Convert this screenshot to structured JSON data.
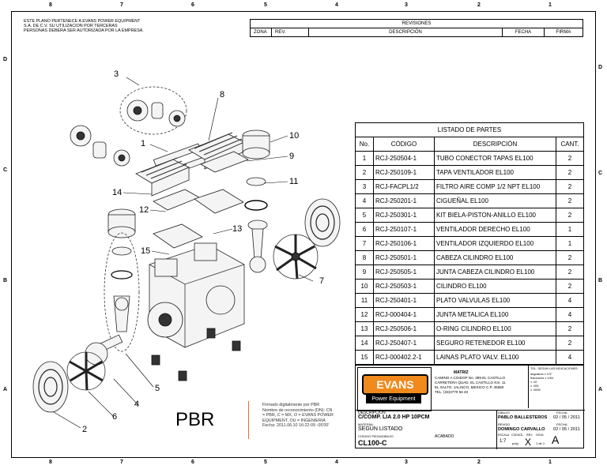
{
  "notice": [
    "ESTE PLANO PERTENECE A EVANS POWER EQUIPMENT",
    "S.A. DE C.V.  SU  UTILIZACION  POR  TERCERAS",
    "PERSONAS DEBERA SER AUTORIZADA POR LA EMPRESA."
  ],
  "zones_top": [
    "8",
    "7",
    "6",
    "5",
    "4",
    "3",
    "2",
    "1"
  ],
  "zones_side": [
    "D",
    "C",
    "B",
    "A"
  ],
  "revisions": {
    "title": "REVISIONES",
    "zona": "ZONA",
    "rev": "REV.",
    "descripcion": "DESCRIPCIÓN",
    "fecha": "FECHA",
    "firma": "FIRMA"
  },
  "parts_list": {
    "title": "LISTADO DE PARTES",
    "headers": [
      "No.",
      "CÓDIGO",
      "DESCRIPCIÓN",
      "CANT."
    ],
    "rows": [
      [
        "1",
        "RCJ-250504-1",
        "TUBO CONECTOR TAPAS EL100",
        "2"
      ],
      [
        "2",
        "RCJ-250109-1",
        "TAPA VENTILADOR EL100",
        "2"
      ],
      [
        "3",
        "RCJ-FACPL1/2",
        "FILTRO AIRE COMP 1/2 NPT EL100",
        "2"
      ],
      [
        "4",
        "RCJ-250201-1",
        "CIGUEÑAL EL100",
        "2"
      ],
      [
        "5",
        "RCJ-250301-1",
        "KIT BIELA-PISTON-ANILLO EL100",
        "2"
      ],
      [
        "6",
        "RCJ-250107-1",
        "VENTILADOR DERECHO EL100",
        "1"
      ],
      [
        "7",
        "RCJ-250106-1",
        "VENTILADOR IZQUIERDO EL100",
        "1"
      ],
      [
        "8",
        "RCJ-250501-1",
        "CABEZA CILINDRO EL100",
        "2"
      ],
      [
        "9",
        "RCJ-250505-1",
        "JUNTA CABEZA CILINDRO EL100",
        "2"
      ],
      [
        "10",
        "RCJ-250503-1",
        "CILINDRO EL100",
        "2"
      ],
      [
        "11",
        "RCJ-250401-1",
        "PLATO VALVULAS EL100",
        "4"
      ],
      [
        "12",
        "RCJ-000404-1",
        "JUNTA METALICA EL100",
        "4"
      ],
      [
        "13",
        "RCJ-250506-1",
        "O-RING CILINDRO EL100",
        "2"
      ],
      [
        "14",
        "RCJ-250407-1",
        "SEGURO RETENEDOR EL100",
        "2"
      ],
      [
        "15",
        "RCJ-000402.2-1",
        "LAINAS PLATO VALV. EL100",
        "4"
      ]
    ]
  },
  "callouts": [
    "1",
    "2",
    "3",
    "4",
    "5",
    "6",
    "7",
    "8",
    "9",
    "10",
    "11",
    "12",
    "13",
    "14",
    "15"
  ],
  "pbr_label": "PBR",
  "signature": [
    "Firmado digitalmente por PBR",
    "Nombre de reconocimiento (DN): CN",
    "= PBR, C = MX, O = EVANS POWER",
    "EQUIPMENT, OU = INGENIERIA",
    "Fecha: 2011.06.10 16:22:09 -05'00'"
  ],
  "logo": {
    "brand": "EVANS",
    "tagline": "Power Equipment"
  },
  "company": {
    "name": "MATRIZ",
    "address": [
      "CAMINO A COIDOP No. 399 EL CASTILLO",
      "CARRETERA QUAD. EL CASTILLO Km. 11",
      "EL SALTO, JALISCO, MEXICO C.P. 45680",
      "TEL. (33)3770 56 40"
    ]
  },
  "tolerances": {
    "title": "TOL. SEGUN LAS INDICACIONES",
    "lines": [
      "angulares ± 0.5°",
      "fracciones ± 1/64",
      "± .02",
      "± .005",
      "± .0005"
    ]
  },
  "titleblock": {
    "descripcion_label": "DESCRIPCION",
    "descripcion": "C/COMP. LIA 2.0 HP 10PCM",
    "material_label": "MATERIAL",
    "material": "SEGUN LISTADO",
    "codigo_label": "CODIGO PIEZA/DIBUJO",
    "codigo": "CL100-C",
    "acabado_label": "ACABADO",
    "dibujo_label": "DIBUJO",
    "dibujo": "PABLO BALLESTEROS",
    "reviso_label": "REVISO",
    "reviso": "DOMINGO CARVALLO",
    "fecha_label": "FECHA",
    "fecha1": "02 / 05 / 2011",
    "fecha2": "02 / 05 / 2011",
    "escala_label": "ESCALA",
    "escala": "1:7",
    "codaol_label": "CODAOL",
    "rev_label": "REV.",
    "hoja_label": "HOJA",
    "pulg": "pulg",
    "rev": "X",
    "hoja": "1 de 1",
    "size": "A"
  }
}
